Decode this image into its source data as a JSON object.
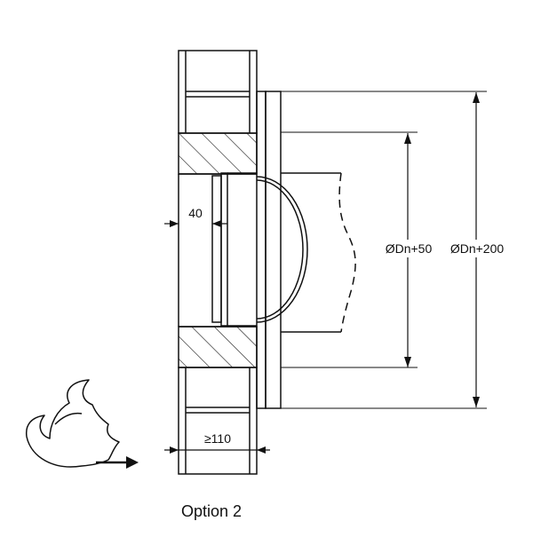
{
  "dimensions": {
    "insert_width": "40",
    "min_wall_thickness": "≥110",
    "inner_diameter": "ØDn+50",
    "outer_diameter": "ØDn+200"
  },
  "caption": "Option 2",
  "icons": [
    "fire-icon",
    "arrow-right-icon"
  ]
}
